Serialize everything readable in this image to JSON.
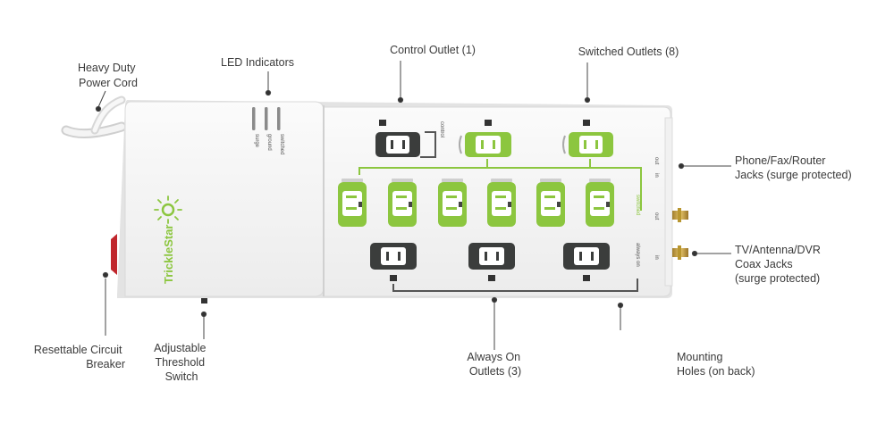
{
  "brand": {
    "name": "TrickleStar",
    "accent_color": "#8cc63f",
    "dark_outlet_color": "#3b3d3c"
  },
  "device_markings": {
    "led_labels": [
      "surge",
      "ground",
      "switched"
    ],
    "control": "control",
    "switched": "switched",
    "always_on": "always on",
    "phone_in": "in",
    "phone_out": "out",
    "coax_in": "in",
    "coax_out": "out"
  },
  "callouts": {
    "power_cord": [
      "Heavy Duty",
      "Power Cord"
    ],
    "led_indicators": [
      "LED Indicators"
    ],
    "control_outlet": [
      "Control Outlet (1)"
    ],
    "switched_outlets": [
      "Switched Outlets (8)"
    ],
    "phone_jacks": [
      "Phone/Fax/Router",
      "Jacks (surge protected)"
    ],
    "coax_jacks": [
      "TV/Antenna/DVR",
      "Coax Jacks",
      "(surge protected)"
    ],
    "circuit_breaker": [
      "Resettable Circuit",
      "Breaker"
    ],
    "threshold_switch": [
      "Adjustable",
      "Threshold",
      "Switch"
    ],
    "always_on_outlets": [
      "Always On",
      "Outlets (3)"
    ],
    "mounting_holes": [
      "Mounting",
      "Holes (on back)"
    ]
  }
}
